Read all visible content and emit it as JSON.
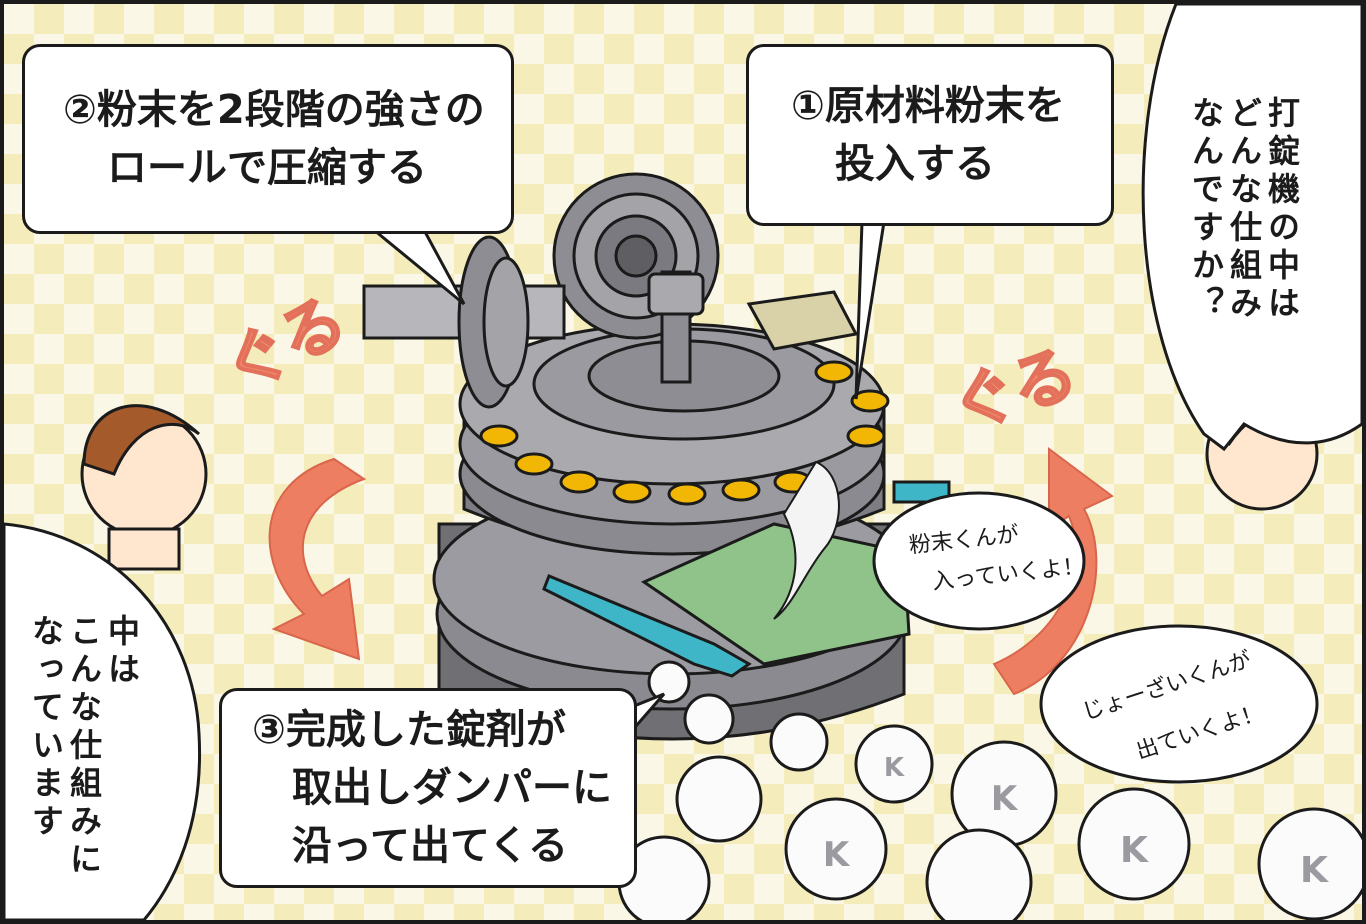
{
  "captions": {
    "step2": {
      "line1": "②粉末を2段階の強さの",
      "line2": "ロールで圧縮する"
    },
    "step1": {
      "line1": "①原材料粉末を",
      "line2": "投入する"
    },
    "step3": {
      "line1": "③完成した錠剤が",
      "line2": "取出しダンパーに",
      "line3": "沿って出てくる"
    }
  },
  "speech": {
    "visitor": {
      "col1": "打錠機の中は",
      "col2": "どんな仕組み",
      "col3": "なんですか？"
    },
    "guide": {
      "col1": "中は",
      "col2": "こんな仕組みに",
      "col3": "なっています"
    }
  },
  "small_bubbles": {
    "powder": {
      "line1": "粉末くんが",
      "line2": "入っていくよ！"
    },
    "tablets": {
      "line1": "じょーざいくんが",
      "line2": "出ていくよ！"
    }
  },
  "sfx": {
    "left": "ぐる",
    "right": "ぐる"
  },
  "tablet_mark": "K",
  "colors": {
    "checker": "#f4ecba",
    "machine": "#8e8e93",
    "punch": "#f2b705",
    "cyan_damper": "#3fb6c8",
    "green_plate": "#8fc38a",
    "arrow": "#ee7e62",
    "ink": "#1b1b1b"
  }
}
